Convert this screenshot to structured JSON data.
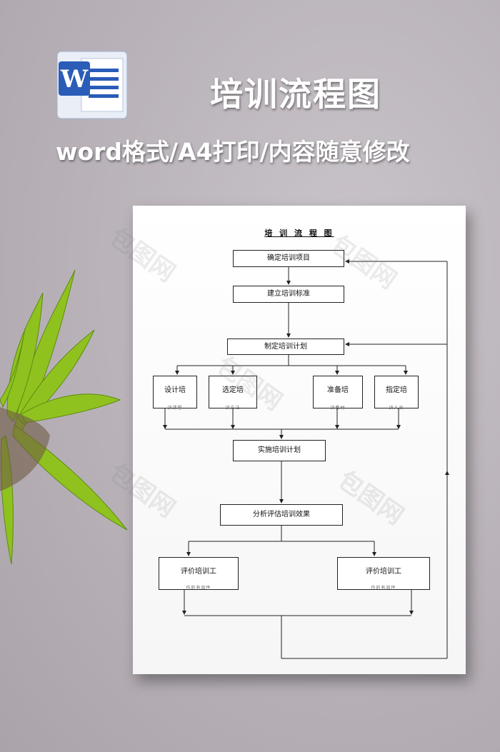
{
  "header": {
    "logo_letter": "W",
    "title": "培训流程图",
    "subtitle": "word格式/A4打印/内容随意修改"
  },
  "document": {
    "title": "培 训 流 程 图",
    "nodes": {
      "n1": "确定培训项目",
      "n2": "建立培训标准",
      "n3": "制定培训计划",
      "n4": "设计培",
      "n4_sub": "训课程",
      "n5": "选定培",
      "n5_sub": "训方法",
      "n6": "准备培",
      "n6_sub": "训教材",
      "n7": "指定培",
      "n7_sub": "训人员",
      "n8": "实施培训计划",
      "n9": "分析评估培训效果",
      "n10": "评价培训工",
      "n10_sub": "作的有效性",
      "n11": "评价培训工",
      "n11_sub": "作的有效性"
    }
  },
  "watermark": "包图网",
  "colors": {
    "word_blue": "#2a5cb8",
    "background": "#bcb6bc",
    "leaf_green": "#8fc21f"
  }
}
